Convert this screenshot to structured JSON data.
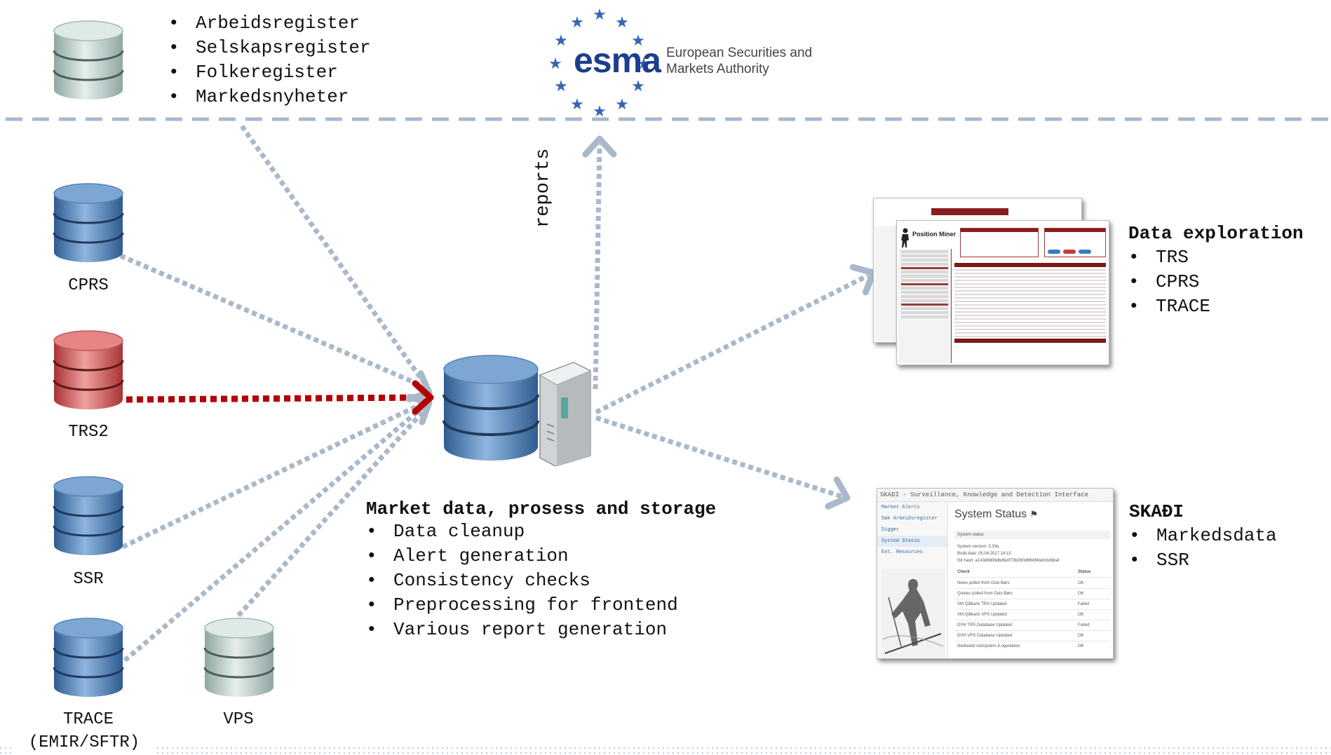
{
  "top_sources": {
    "items": [
      "Arbeidsregister",
      "Selskapsregister",
      "Folkeregister",
      "Markedsnyheter"
    ]
  },
  "esma": {
    "logo_text": "esma",
    "name_line1": "European Securities and",
    "name_line2": "Markets Authority"
  },
  "databases": {
    "cprs": "CPRS",
    "trs2": "TRS2",
    "ssr": "SSR",
    "trace": "TRACE",
    "trace_sub": "(EMIR/SFTR)",
    "vps": "VPS"
  },
  "reports_label": "reports",
  "center": {
    "title": "Market data, prosess and storage",
    "items": [
      "Data cleanup",
      "Alert generation",
      "Consistency checks",
      "Preprocessing for frontend",
      "Various report generation"
    ]
  },
  "data_exploration": {
    "title": "Data exploration",
    "items": [
      "TRS",
      "CPRS",
      "TRACE"
    ]
  },
  "skadi": {
    "title": "SKAÐI",
    "items": [
      "Markedsdata",
      "SSR"
    ]
  },
  "position_miner": {
    "title": "Position Miner"
  },
  "skadi_screenshot": {
    "header": "SKADI - Surveillance, Knowledge and Detection Interface",
    "nav": [
      "Market Alerts",
      "Søk Arbeidsregister",
      "Digger",
      "System Status",
      "Ext. Resources"
    ],
    "title": "System Status",
    "section": "System status",
    "info": [
      "System version: 3.33a",
      "Build date: 05.04.2017 14:15",
      "Git hash: a143d8806dbdfa0f73b280d6fbdf4fa0cb0bbaf"
    ],
    "col_check": "Check",
    "col_status": "Status",
    "rows": [
      {
        "check": "News polled from Oslo Børs",
        "status": "OK"
      },
      {
        "check": "Quotes polled from Oslo Børs",
        "status": "OK"
      },
      {
        "check": "VM Qålkarls TRS Updated",
        "status": "Failed"
      },
      {
        "check": "VM Qålkarls VPS Updated",
        "status": "OK"
      },
      {
        "check": "DVH TRS Database Updated",
        "status": "Failed"
      },
      {
        "check": "DVH VPS Database Updated",
        "status": "OK"
      },
      {
        "check": "Nedlastet subsystem å oppdatere",
        "status": "OK"
      }
    ]
  },
  "colors": {
    "db_blue": "#4f7fb3",
    "db_red": "#d35b5b",
    "db_gray": "#b9c9c6",
    "arrow_gray": "#aabbcc",
    "arrow_red": "#b40000",
    "esma_blue": "#1d3e8c"
  }
}
